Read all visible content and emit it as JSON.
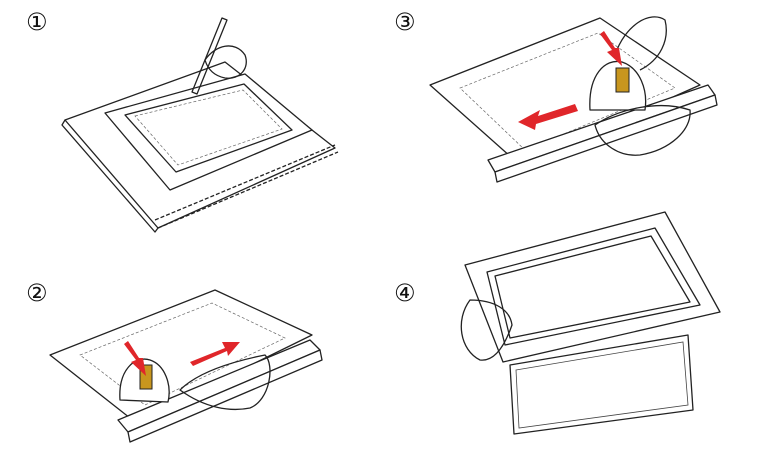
{
  "steps": [
    {
      "label": "①",
      "description_shown": false
    },
    {
      "label": "②"
    },
    {
      "label": "③"
    },
    {
      "label": "④"
    }
  ],
  "colors": {
    "arrow": "#e0262a",
    "line": "#222222",
    "background": "#ffffff"
  }
}
